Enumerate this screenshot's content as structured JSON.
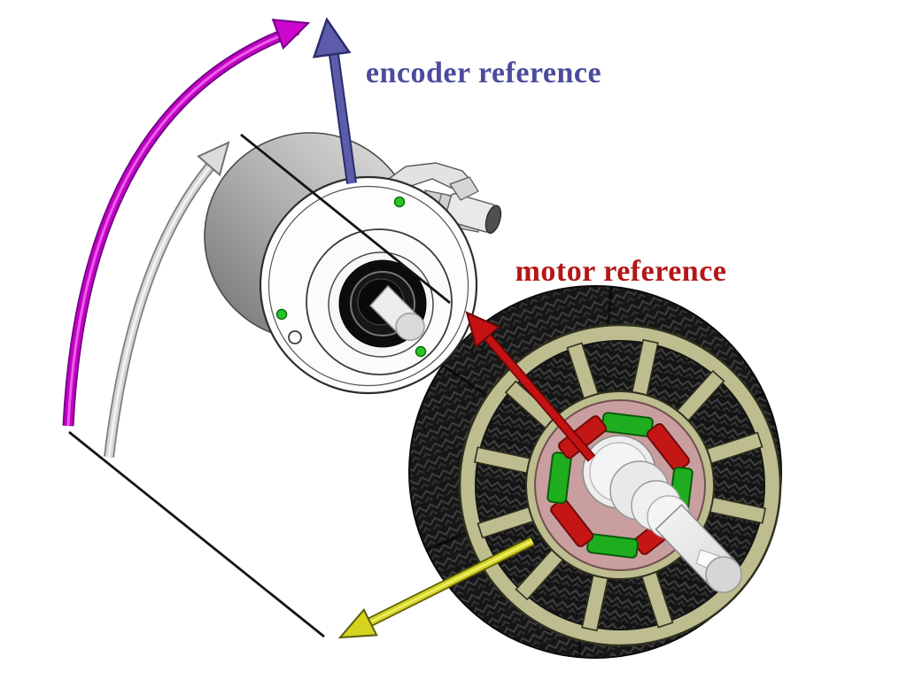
{
  "diagram": {
    "description": "3D illustration of an incremental rotary encoder coupled to a BLDC motor cross-section, showing encoder and motor angular reference frames",
    "labels": {
      "encoder_reference": "encoder reference",
      "motor_reference": "motor reference"
    },
    "colors": {
      "background": "#ffffff",
      "encoder_label": "#4c4c9e",
      "motor_label": "#b31717",
      "encoder_reference_arrow": "#5c5cab",
      "encoder_reference_arrow_outline": "#2c2c6e",
      "motor_reference_arrow": "#c41212",
      "motor_reference_arrow_outline": "#6e0808",
      "rotor_position_arrow": "#d4d41f",
      "rotor_position_arrow_outline": "#5c5c0c",
      "rotation_arc_magenta": "#c203c2",
      "rotation_arc_gray": "#d6d6d6",
      "stator_core_tan": "#bdbd90",
      "rotor_body_pink": "#c99e9e",
      "magnet_green": "#1fad1f",
      "magnet_red": "#c51616",
      "windings_black": "#161616",
      "axis_line": "#151515",
      "led_dot_green": "#27c427"
    },
    "arrows": [
      {
        "name": "magenta-rotation-arc",
        "meaning": "rotation sweep",
        "color": "#c203c2"
      },
      {
        "name": "gray-rotation-arc",
        "meaning": "rotation sweep",
        "color": "#d6d6d6"
      },
      {
        "name": "encoder-reference-arrow",
        "meaning": "encoder zero reference",
        "color": "#5c5cab"
      },
      {
        "name": "motor-reference-arrow",
        "meaning": "motor zero reference",
        "color": "#c41212"
      },
      {
        "name": "rotor-position-arrow",
        "meaning": "rotor axis direction",
        "color": "#d4d41f"
      }
    ],
    "magnet_count": 8,
    "stator_spoke_count": 12
  }
}
